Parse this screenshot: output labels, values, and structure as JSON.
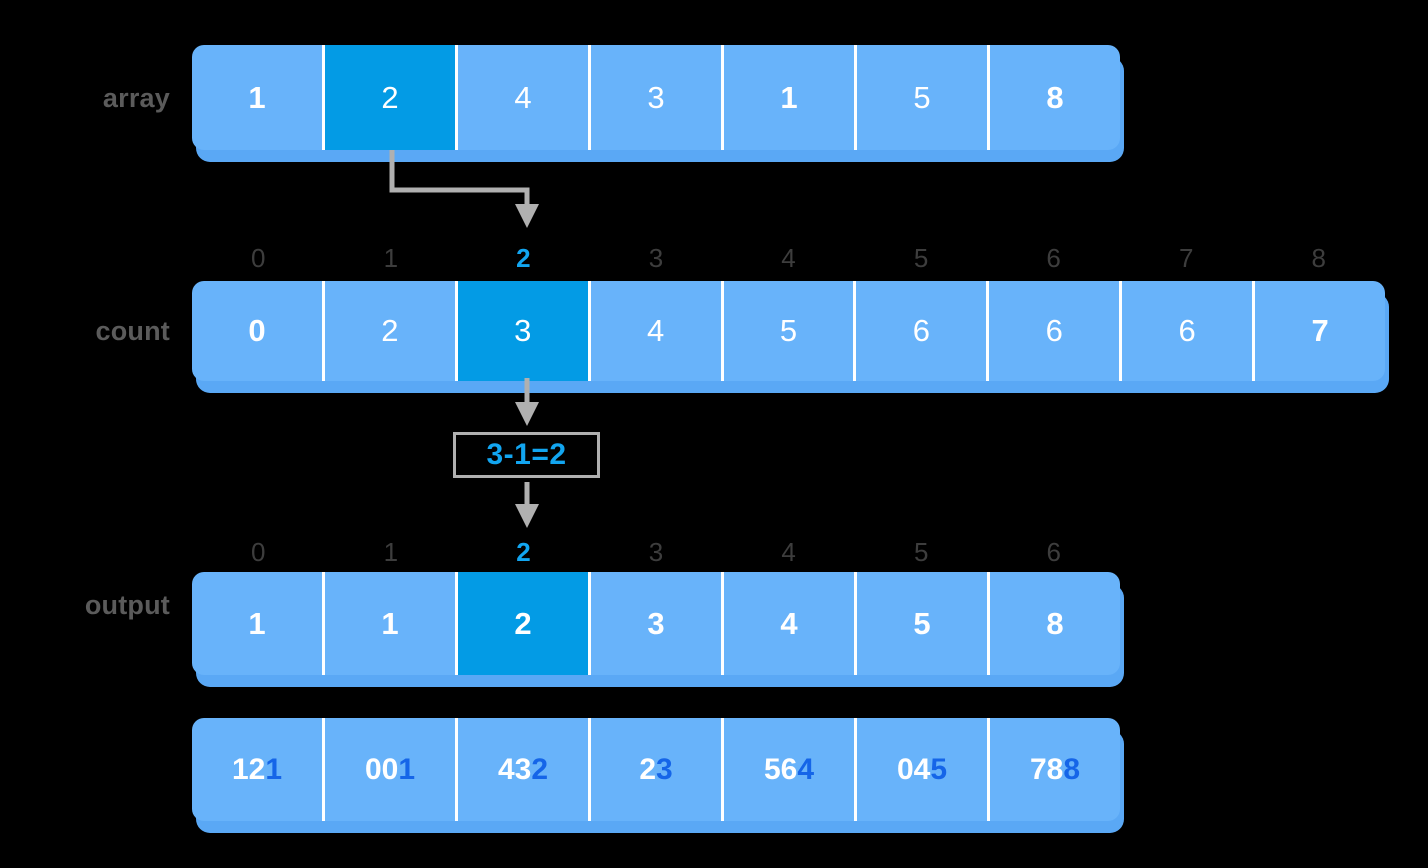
{
  "colors": {
    "background": "#000000",
    "cell_fill": "#68b3fa",
    "cell_highlight": "#039be5",
    "bar_shadow": "#5aa8f5",
    "label_gray": "#5b5b5b",
    "index_gray": "#3d3d3d",
    "accent_blue": "#12a5f0",
    "dark_blue_digit": "#1565e8",
    "connector_gray": "#b0b0b0",
    "cell_text": "#ffffff"
  },
  "rows": {
    "array": {
      "label": "array",
      "values": [
        "1",
        "2",
        "4",
        "3",
        "1",
        "5",
        "8"
      ],
      "highlight_index": 1,
      "bold_indices": [
        0,
        4,
        6
      ]
    },
    "count": {
      "label": "count",
      "indices": [
        "0",
        "1",
        "2",
        "3",
        "4",
        "5",
        "6",
        "7",
        "8"
      ],
      "values": [
        "0",
        "2",
        "3",
        "4",
        "5",
        "6",
        "6",
        "6",
        "7"
      ],
      "highlight_index": 2,
      "bold_indices": [
        0,
        8
      ]
    },
    "output": {
      "label": "output",
      "indices": [
        "0",
        "1",
        "2",
        "3",
        "4",
        "5",
        "6"
      ],
      "values": [
        "1",
        "1",
        "2",
        "3",
        "4",
        "5",
        "8"
      ],
      "highlight_index": 2
    },
    "digits": {
      "cells": [
        {
          "prefix": "12",
          "last": "1"
        },
        {
          "prefix": "00",
          "last": "1"
        },
        {
          "prefix": "43",
          "last": "2"
        },
        {
          "prefix": "2",
          "last": "3"
        },
        {
          "prefix": "56",
          "last": "4"
        },
        {
          "prefix": "04",
          "last": "5"
        },
        {
          "prefix": "78",
          "last": "8"
        }
      ]
    }
  },
  "formula": {
    "text": "3-1=2"
  },
  "connectors": {
    "array_to_count": "elbow-arrow-down-right-down",
    "count_to_formula": "arrow-down",
    "formula_to_output": "arrow-down"
  }
}
